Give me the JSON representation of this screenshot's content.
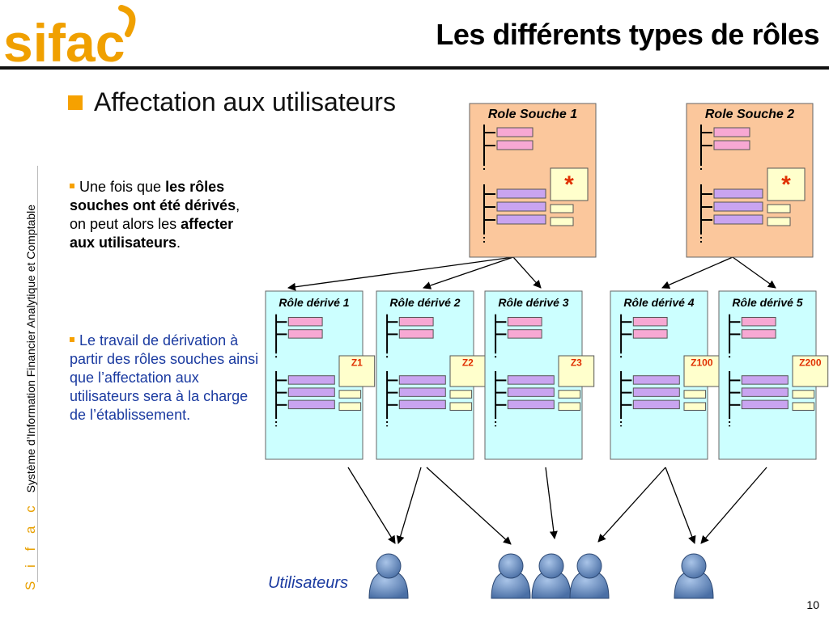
{
  "header": {
    "logo_text": "sifac",
    "title": "Les différents types de rôles"
  },
  "side": {
    "brand": "S i f a c",
    "subtitle": "Système d’Information Financier Analytique et Comptable"
  },
  "main": {
    "heading": "Affectation aux utilisateurs",
    "paragraph1": {
      "t1": "Une fois que ",
      "b1": "les rôles souches ont été dérivés",
      "t2": ", on peut alors les ",
      "b2": "affecter aux utilisateurs",
      "t3": "."
    },
    "paragraph2": "Le travail de dérivation à partir des rôles souches ainsi que l’affectation aux utilisateurs sera à la charge de l’établissement."
  },
  "diagram": {
    "source_roles": [
      {
        "label": "Role Souche 1",
        "marker": "*"
      },
      {
        "label": "Role Souche 2",
        "marker": "*"
      }
    ],
    "derived_roles": [
      {
        "label": "Rôle dérivé 1",
        "org": "Z1"
      },
      {
        "label": "Rôle dérivé 2",
        "org": "Z2"
      },
      {
        "label": "Rôle dérivé 3",
        "org": "Z3"
      },
      {
        "label": "Rôle dérivé 4",
        "org": "Z100"
      },
      {
        "label": "Rôle dérivé 5",
        "org": "Z200"
      }
    ],
    "users_label": "Utilisateurs",
    "colors": {
      "source_fill": "#fbc79c",
      "derived_fill": "#ccffff",
      "pink": "#f7a8d3",
      "violet": "#c9a4f0",
      "yellow": "#ffffcc",
      "org_text": "#e03000",
      "user": "#6b8fc0"
    }
  },
  "footer": {
    "page_number": "10"
  }
}
